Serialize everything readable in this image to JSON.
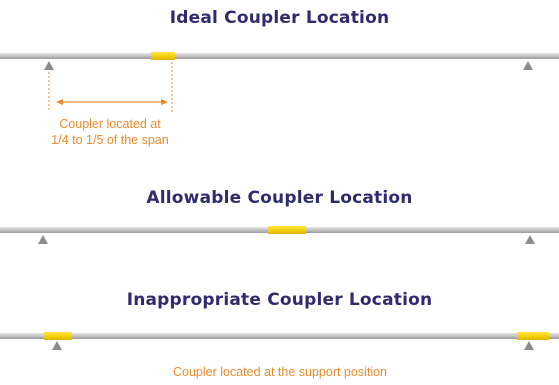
{
  "colors": {
    "heading": "#2e2b6e",
    "annotation": "#ee8a2c",
    "beam": "#c9c9c9",
    "coupler": "#f5d20c",
    "support": "#8c8c8c"
  },
  "sections": [
    {
      "title": "Ideal Coupler Location",
      "coupler_positions": [
        "quarter-span"
      ],
      "support_icon": "support-triangle-icon",
      "annotation_lines": [
        "Coupler located at",
        "1/4 to 1/5 of the span"
      ]
    },
    {
      "title": "Allowable Coupler Location",
      "coupler_positions": [
        "mid-span"
      ],
      "support_icon": "support-triangle-icon"
    },
    {
      "title": "Inappropriate Coupler Location",
      "coupler_positions": [
        "left-support",
        "right-support"
      ],
      "support_icon": "support-triangle-icon",
      "annotation_lines": [
        "Coupler located at the support position"
      ]
    }
  ]
}
